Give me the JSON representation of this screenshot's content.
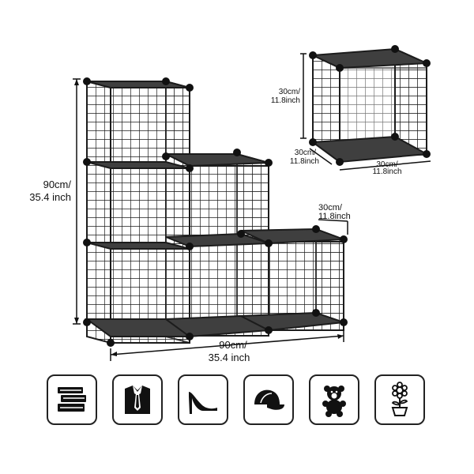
{
  "product": {
    "colors": {
      "frame": "#1c1c1c",
      "panel": "#3f3f3f",
      "ink": "#111111"
    }
  },
  "dimensions": {
    "total_height": {
      "line1": "90cm/",
      "line2": "35.4 inch"
    },
    "total_width": {
      "line1": "90cm/",
      "line2": "35.4 inch"
    },
    "cube_depth": {
      "line1": "30cm/",
      "line2": "11.8inch"
    },
    "detail_cube": {
      "height": {
        "line1": "30cm/",
        "line2": "11.8inch"
      },
      "depth": {
        "line1": "30cm/",
        "line2": "11.8inch"
      },
      "width": {
        "line1": "30cm/",
        "line2": "11.8inch"
      }
    }
  },
  "uses": [
    {
      "icon": "books-icon"
    },
    {
      "icon": "shirt-tie-icon"
    },
    {
      "icon": "high-heel-icon"
    },
    {
      "icon": "cap-icon"
    },
    {
      "icon": "teddy-bear-icon"
    },
    {
      "icon": "potted-flower-icon"
    }
  ]
}
